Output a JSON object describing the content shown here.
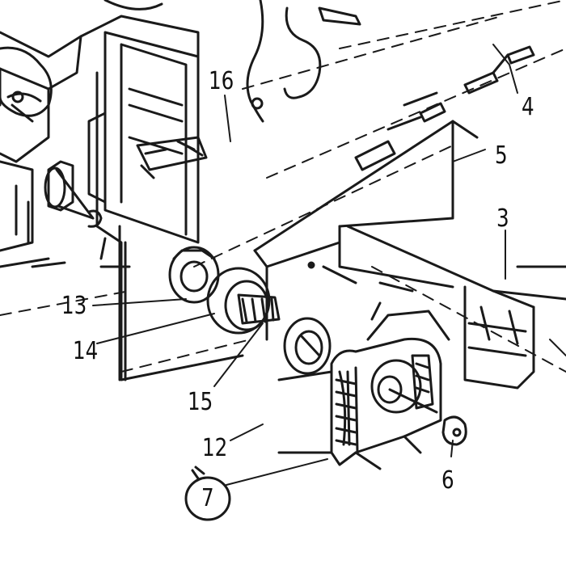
{
  "diagram": {
    "callouts": [
      {
        "id": "c4",
        "label": "4"
      },
      {
        "id": "c5",
        "label": "5"
      },
      {
        "id": "c3",
        "label": "3"
      },
      {
        "id": "c16",
        "label": "16"
      },
      {
        "id": "c13",
        "label": "13"
      },
      {
        "id": "c14",
        "label": "14"
      },
      {
        "id": "c15",
        "label": "15"
      },
      {
        "id": "c12",
        "label": "12"
      },
      {
        "id": "c6",
        "label": "6"
      },
      {
        "id": "c7",
        "label": "7",
        "circled": true
      }
    ],
    "colors": {
      "ink": "#1a1a1a",
      "paper": "#ffffff"
    }
  }
}
